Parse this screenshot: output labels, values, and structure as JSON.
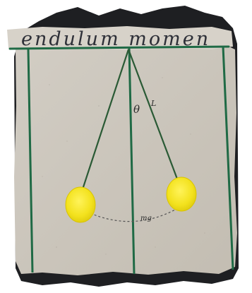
{
  "photo": {
    "title": "endulum momen",
    "labels": {
      "angle": "θ",
      "length": "L",
      "weight": "mg"
    }
  },
  "colors": {
    "card": "#cbc5bb",
    "card_shadow": "#b8b1a6",
    "dark_edge": "#1e1f22",
    "green_line": "#1f6a45",
    "bob_yellow": "#f3e21e",
    "bob_edge": "#d9c400",
    "string": "#2a5a35"
  }
}
